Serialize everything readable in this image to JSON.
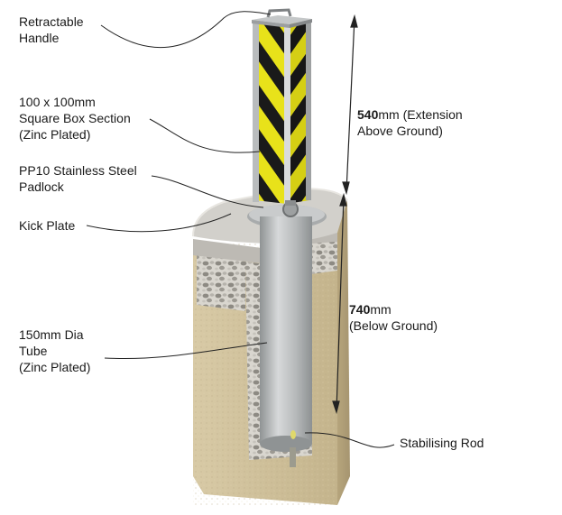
{
  "labels": {
    "handle": [
      "Retractable",
      "Handle"
    ],
    "box_section": [
      "100 x 100mm",
      "Square Box Section",
      "(Zinc Plated)"
    ],
    "padlock": [
      "PP10 Stainless Steel",
      "Padlock"
    ],
    "kick_plate": [
      "Kick Plate"
    ],
    "tube": [
      "150mm Dia",
      "Tube",
      "(Zinc Plated)"
    ],
    "rod": [
      "Stabilising Rod"
    ]
  },
  "dimensions": {
    "above": {
      "value": "540",
      "unit_line1": "mm (Extension",
      "line2": "Above Ground)"
    },
    "below": {
      "value": "740",
      "unit_line1": "mm",
      "line2": "(Below Ground)"
    }
  },
  "colors": {
    "stripe_yellow": "#e8e21a",
    "stripe_black": "#1a1a1a",
    "steel": "#b9bcbd",
    "concrete_top": "#d2d0cb",
    "sand": "#cdbd98",
    "gravel": "#a7a49d"
  }
}
